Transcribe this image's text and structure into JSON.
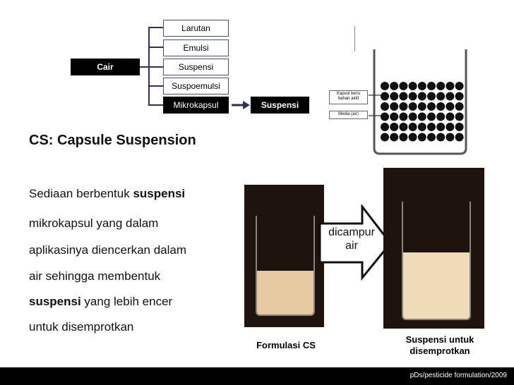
{
  "diagram": {
    "root_label": "Cair",
    "branches": [
      "Larutan",
      "Emulsi",
      "Suspensi",
      "Suspoemulsi",
      "Mikrokapsul"
    ],
    "result_label": "Suspensi"
  },
  "heading": "CS: Capsule Suspension",
  "description": {
    "line1_normal": "Sediaan berbentuk ",
    "line1_bold": "suspensi",
    "line2": "mikrokapsul yang dalam",
    "line3": "aplikasinya diencerkan dalam",
    "line4": "air sehingga membentuk",
    "line5_bold": "suspensi",
    "line5_normal": " yang lebih encer",
    "line6": "untuk disemprotkan"
  },
  "capsule_diagram": {
    "capsule_label_line1": "Kapsul bersi",
    "capsule_label_line2": "bahan aktif",
    "medium_label": "Media (air)"
  },
  "arrow_label_line1": "dicampur",
  "arrow_label_line2": "air",
  "caption_left": "Formulasi CS",
  "caption_right_line1": "Suspensi untuk",
  "caption_right_line2": "disemprotkan",
  "footer_text": "pDs/pesticide formulation/2009",
  "colors": {
    "box_border": "#4a4f7a",
    "dark_box": "#000000",
    "photo_bg": "#1e130d",
    "liquid_left": "#e6c9a0",
    "liquid_right": "#eedbb8"
  }
}
